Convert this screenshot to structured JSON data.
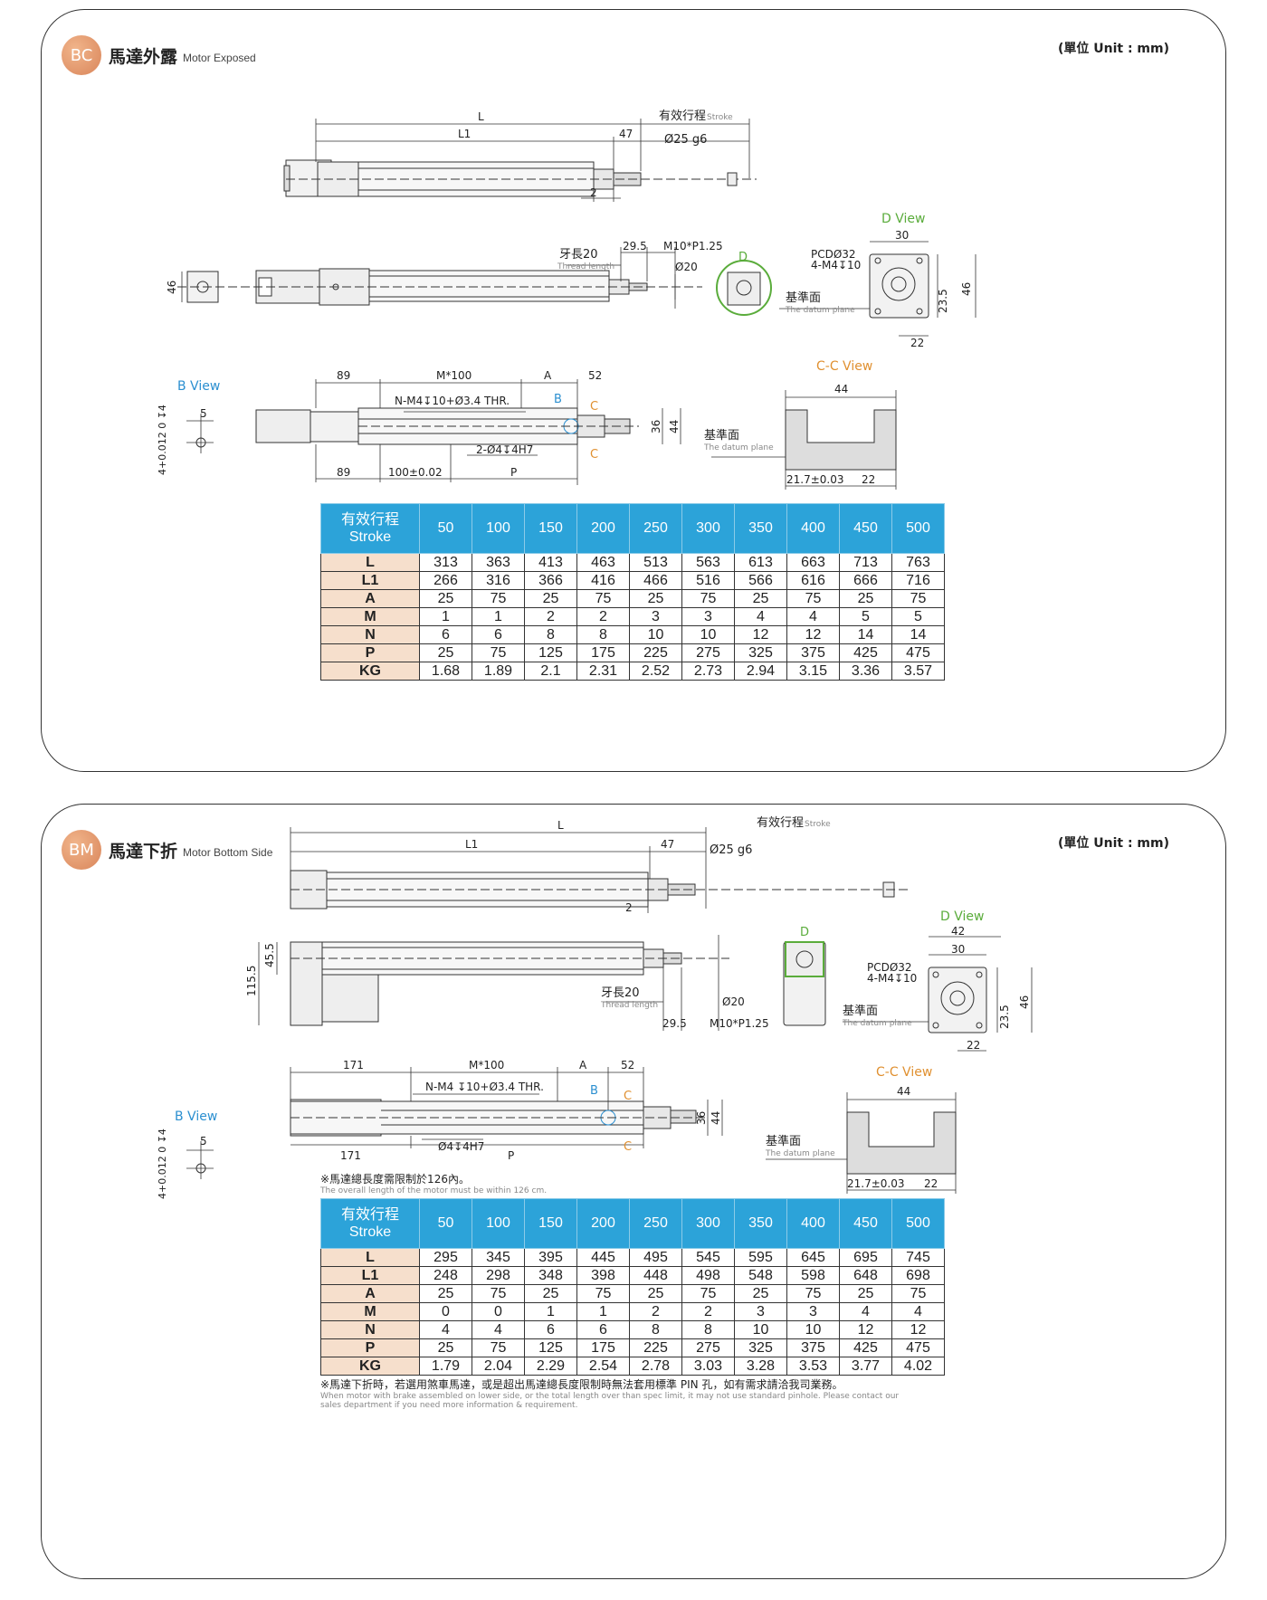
{
  "section1": {
    "badge": "BC",
    "title": "馬達外露",
    "subtitle": "Motor Exposed",
    "unit": "(單位 Unit : mm)",
    "views": {
      "d_view": "D View",
      "b_view": "B View",
      "cc_view": "C-C View"
    },
    "dims": {
      "L": "L",
      "L1": "L1",
      "d47": "47",
      "stroke_zh": "有效行程",
      "stroke_en": "Stroke",
      "phi25": "Ø25 g6",
      "d2": "2",
      "thread_zh": "牙長20",
      "thread_en": "Thread length",
      "d295": "29.5",
      "m10": "M10*P1.25",
      "phi20": "Ø20",
      "pcd": "PCDØ32",
      "m4": "4-M4↧10",
      "datum_zh": "基準面",
      "datum_en": "The datum plane",
      "d30": "30",
      "d46": "46",
      "d235": "23.5",
      "d22": "22",
      "d89": "89",
      "m100": "M*100",
      "A": "A",
      "d52": "52",
      "nm4": "N-M4↧10+Ø3.4 THR.",
      "h7": "2-Ø4↧4H7",
      "d100": "100±0.02",
      "P": "P",
      "d36": "36",
      "d44": "44",
      "d217": "21.7±0.03",
      "d5": "5",
      "tol": "4+0.012 0 ↧4",
      "B": "B",
      "C": "C",
      "D": "D"
    },
    "table": {
      "header_zh": "有效行程",
      "header_en": "Stroke",
      "columns": [
        "50",
        "100",
        "150",
        "200",
        "250",
        "300",
        "350",
        "400",
        "450",
        "500"
      ],
      "rows": [
        {
          "label": "L",
          "values": [
            "313",
            "363",
            "413",
            "463",
            "513",
            "563",
            "613",
            "663",
            "713",
            "763"
          ]
        },
        {
          "label": "L1",
          "values": [
            "266",
            "316",
            "366",
            "416",
            "466",
            "516",
            "566",
            "616",
            "666",
            "716"
          ]
        },
        {
          "label": "A",
          "values": [
            "25",
            "75",
            "25",
            "75",
            "25",
            "75",
            "25",
            "75",
            "25",
            "75"
          ]
        },
        {
          "label": "M",
          "values": [
            "1",
            "1",
            "2",
            "2",
            "3",
            "3",
            "4",
            "4",
            "5",
            "5"
          ]
        },
        {
          "label": "N",
          "values": [
            "6",
            "6",
            "8",
            "8",
            "10",
            "10",
            "12",
            "12",
            "14",
            "14"
          ]
        },
        {
          "label": "P",
          "values": [
            "25",
            "75",
            "125",
            "175",
            "225",
            "275",
            "325",
            "375",
            "425",
            "475"
          ]
        },
        {
          "label": "KG",
          "values": [
            "1.68",
            "1.89",
            "2.1",
            "2.31",
            "2.52",
            "2.73",
            "2.94",
            "3.15",
            "3.36",
            "3.57"
          ]
        }
      ]
    }
  },
  "section2": {
    "badge": "BM",
    "title": "馬達下折",
    "subtitle": "Motor Bottom Side",
    "unit": "(單位 Unit : mm)",
    "views": {
      "d_view": "D View",
      "b_view": "B View",
      "cc_view": "C-C View"
    },
    "dims": {
      "L": "L",
      "L1": "L1",
      "d47": "47",
      "stroke_zh": "有效行程",
      "stroke_en": "Stroke",
      "phi25": "Ø25 g6",
      "d2": "2",
      "d1155": "115.5",
      "d455": "45.5",
      "thread_zh": "牙長20",
      "thread_en": "Thread length",
      "phi20": "Ø20",
      "d295": "29.5",
      "m10": "M10*P1.25",
      "d42": "42",
      "d30": "30",
      "pcd": "PCDØ32",
      "m4": "4-M4↧10",
      "datum_zh": "基準面",
      "datum_en": "The datum plane",
      "d46": "46",
      "d235": "23.5",
      "d22": "22",
      "d171": "171",
      "m100": "M*100",
      "A": "A",
      "d52": "52",
      "nm4": "N-M4 ↧10+Ø3.4 THR.",
      "h7": "Ø4↧4H7",
      "P": "P",
      "d36": "36",
      "d44": "44",
      "d217": "21.7±0.03",
      "d5": "5",
      "tol": "4+0.012 0 ↧4",
      "B": "B",
      "C": "C",
      "D": "D"
    },
    "motor_note_zh": "※馬達總長度需限制於126內。",
    "motor_note_en": "The overall length of the motor must be within 126 cm.",
    "table": {
      "header_zh": "有效行程",
      "header_en": "Stroke",
      "columns": [
        "50",
        "100",
        "150",
        "200",
        "250",
        "300",
        "350",
        "400",
        "450",
        "500"
      ],
      "rows": [
        {
          "label": "L",
          "values": [
            "295",
            "345",
            "395",
            "445",
            "495",
            "545",
            "595",
            "645",
            "695",
            "745"
          ]
        },
        {
          "label": "L1",
          "values": [
            "248",
            "298",
            "348",
            "398",
            "448",
            "498",
            "548",
            "598",
            "648",
            "698"
          ]
        },
        {
          "label": "A",
          "values": [
            "25",
            "75",
            "25",
            "75",
            "25",
            "75",
            "25",
            "75",
            "25",
            "75"
          ]
        },
        {
          "label": "M",
          "values": [
            "0",
            "0",
            "1",
            "1",
            "2",
            "2",
            "3",
            "3",
            "4",
            "4"
          ]
        },
        {
          "label": "N",
          "values": [
            "4",
            "4",
            "6",
            "6",
            "8",
            "8",
            "10",
            "10",
            "12",
            "12"
          ]
        },
        {
          "label": "P",
          "values": [
            "25",
            "75",
            "125",
            "175",
            "225",
            "275",
            "325",
            "375",
            "425",
            "475"
          ]
        },
        {
          "label": "KG",
          "values": [
            "1.79",
            "2.04",
            "2.29",
            "2.54",
            "2.78",
            "3.03",
            "3.28",
            "3.53",
            "3.77",
            "4.02"
          ]
        }
      ]
    },
    "footnote_zh": "※馬達下折時，若選用煞車馬達，或是超出馬達總長度限制時無法套用標準 PIN 孔，如有需求請洽我司業務。",
    "footnote_en": "When motor with brake assembled on lower side, or the total length over than spec limit, it may not use standard pinhole. Please contact our sales department if you need more information & requirement."
  }
}
